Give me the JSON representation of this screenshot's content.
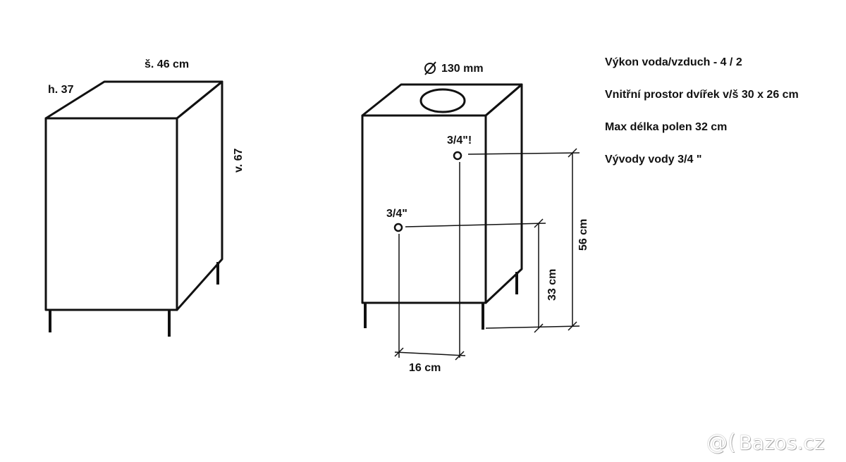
{
  "left_view": {
    "width_label": "š. 46 cm",
    "depth_label": "h. 37",
    "height_label": "v. 67"
  },
  "right_view": {
    "flue_label": "130 mm",
    "upper_outlet_label": "3/4\"!",
    "lower_outlet_label": "3/4\"",
    "dim_56_label": "56 cm",
    "dim_33_label": "33 cm",
    "dim_16_label": "16 cm"
  },
  "specs": [
    "Výkon voda/vzduch - 4 / 2",
    "Vnitřní prostor dvířek v/š 30 x 26 cm",
    "Max délka polen 32 cm",
    "Vývody vody 3/4 \""
  ],
  "watermark": {
    "text": "Bazos.cz",
    "mark_icon": "at-sign-logo"
  }
}
